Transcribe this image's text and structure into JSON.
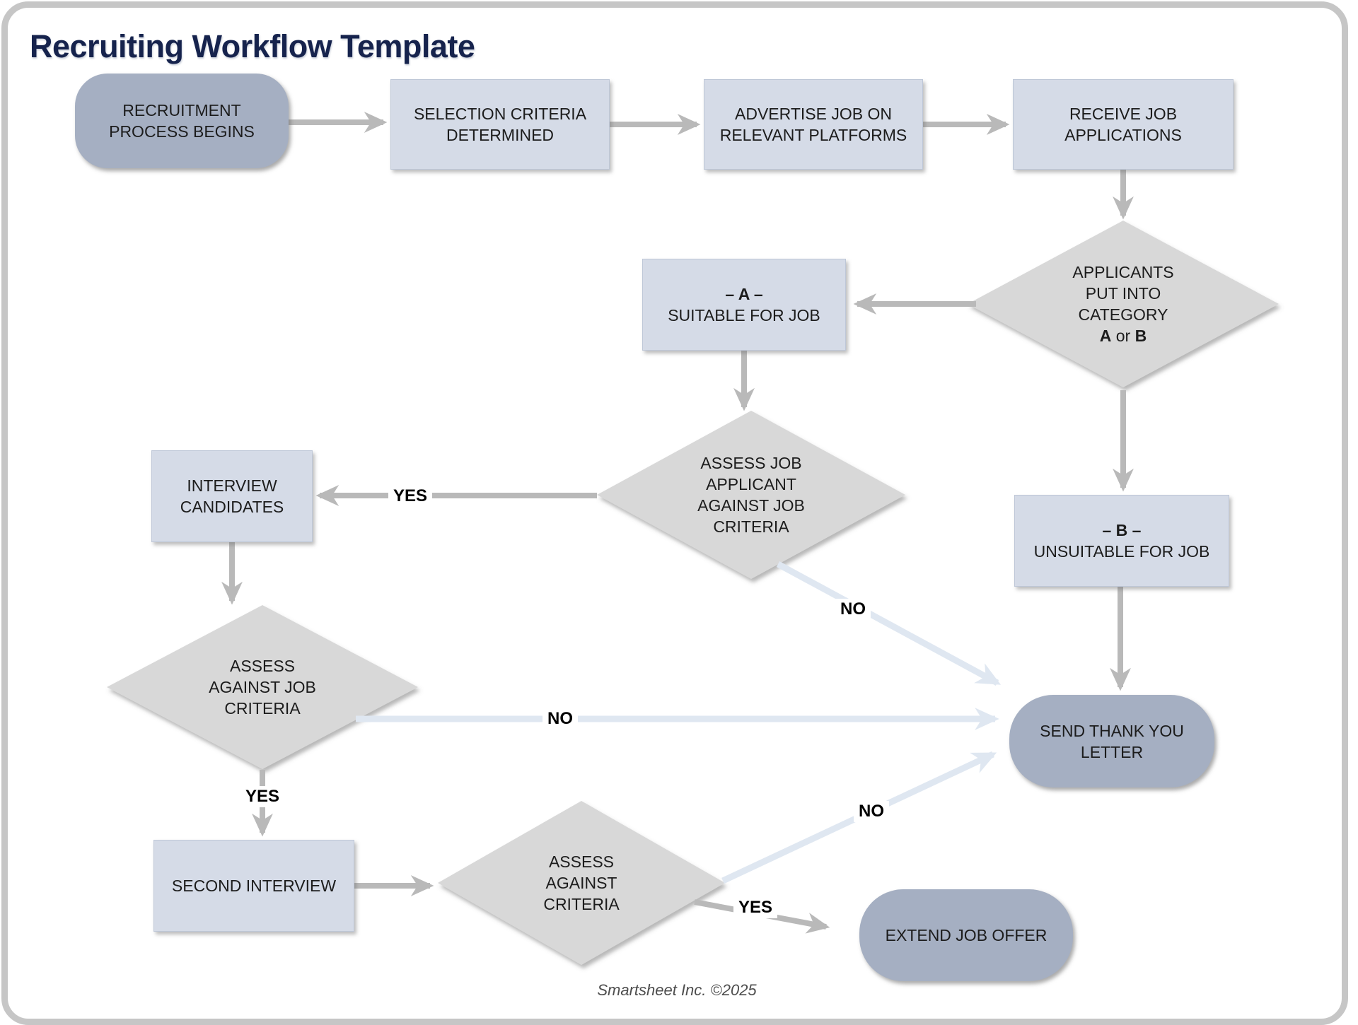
{
  "title": "Recruiting Workflow Template",
  "footer": "Smartsheet Inc. ©2025",
  "colors": {
    "terminator_fill": "#a5afc2",
    "process_fill": "#d5dbe7",
    "decision_fill": "#d8d8d8",
    "arrow": "#b9b9b9",
    "arrow_light": "#dfe7f1",
    "title_text": "#16234d",
    "node_text": "#1c1c1c",
    "edge_label_text": "#000000",
    "frame_border": "#c6c6c6",
    "footer_text": "#4d4d4d"
  },
  "nodes": {
    "start": {
      "type": "terminator",
      "lines": [
        "RECRUITMENT",
        "PROCESS BEGINS"
      ]
    },
    "selection": {
      "type": "process",
      "lines": [
        "SELECTION CRITERIA",
        "DETERMINED"
      ]
    },
    "advertise": {
      "type": "process",
      "lines": [
        "ADVERTISE JOB ON",
        "RELEVANT PLATFORMS"
      ]
    },
    "receive": {
      "type": "process",
      "lines": [
        "RECEIVE JOB",
        "APPLICATIONS"
      ]
    },
    "category": {
      "type": "decision",
      "lines": [
        "APPLICANTS",
        "PUT INTO",
        "CATEGORY",
        "**A** or **B**"
      ]
    },
    "cat_a": {
      "type": "process",
      "lines": [
        "**– A –**",
        "SUITABLE FOR JOB"
      ]
    },
    "assess1": {
      "type": "decision",
      "lines": [
        "ASSESS JOB",
        "APPLICANT",
        "AGAINST JOB",
        "CRITERIA"
      ]
    },
    "interview": {
      "type": "process",
      "lines": [
        "INTERVIEW",
        "CANDIDATES"
      ]
    },
    "assess2": {
      "type": "decision",
      "lines": [
        "ASSESS",
        "AGAINST JOB",
        "CRITERIA"
      ]
    },
    "second": {
      "type": "process",
      "lines": [
        "SECOND INTERVIEW"
      ]
    },
    "assess3": {
      "type": "decision",
      "lines": [
        "ASSESS",
        "AGAINST",
        "CRITERIA"
      ]
    },
    "cat_b": {
      "type": "process",
      "lines": [
        "**– B –**",
        "UNSUITABLE FOR JOB"
      ]
    },
    "thankyou": {
      "type": "terminator",
      "lines": [
        "SEND THANK YOU",
        "LETTER"
      ]
    },
    "offer": {
      "type": "terminator",
      "lines": [
        "EXTEND JOB OFFER"
      ]
    }
  },
  "edges": [
    {
      "from": "start",
      "to": "selection",
      "label": ""
    },
    {
      "from": "selection",
      "to": "advertise",
      "label": ""
    },
    {
      "from": "advertise",
      "to": "receive",
      "label": ""
    },
    {
      "from": "receive",
      "to": "category",
      "label": ""
    },
    {
      "from": "category",
      "to": "cat_a",
      "label": ""
    },
    {
      "from": "cat_a",
      "to": "assess1",
      "label": ""
    },
    {
      "from": "assess1",
      "to": "interview",
      "label": "YES"
    },
    {
      "from": "assess1",
      "to": "thankyou",
      "label": "NO"
    },
    {
      "from": "interview",
      "to": "assess2",
      "label": ""
    },
    {
      "from": "assess2",
      "to": "second",
      "label": "YES"
    },
    {
      "from": "assess2",
      "to": "thankyou",
      "label": "NO"
    },
    {
      "from": "second",
      "to": "assess3",
      "label": ""
    },
    {
      "from": "assess3",
      "to": "offer",
      "label": "YES"
    },
    {
      "from": "assess3",
      "to": "thankyou",
      "label": "NO"
    },
    {
      "from": "category",
      "to": "cat_b",
      "label": ""
    },
    {
      "from": "cat_b",
      "to": "thankyou",
      "label": ""
    }
  ]
}
